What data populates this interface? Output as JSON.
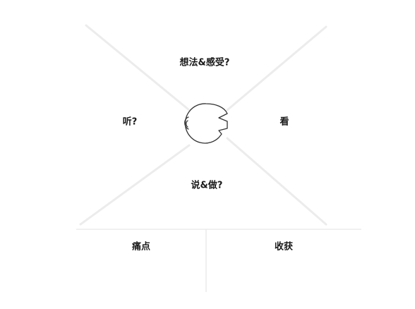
{
  "empathy_map": {
    "center_icon": "head-profile-icon",
    "quadrants": {
      "think_feel": "想法&感受?",
      "hear": "听?",
      "see": "看",
      "say_do": "说&做?"
    },
    "bottom_panels": {
      "pain": "痛点",
      "gain": "收获"
    }
  },
  "colors": {
    "background": "#ffffff",
    "text": "#1a1a1a",
    "outline": "#333333",
    "faint_lines": "#ececec",
    "divider": "#e2e2e2"
  }
}
